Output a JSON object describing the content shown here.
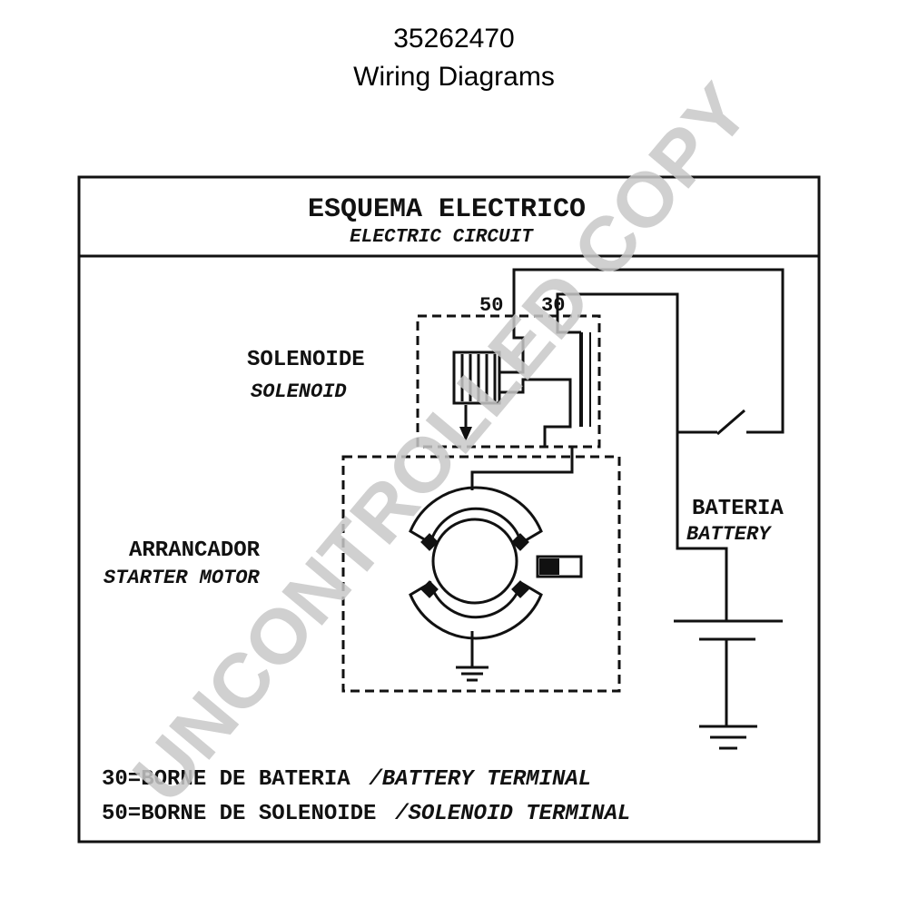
{
  "header": {
    "part_number": "35262470",
    "title": "Wiring Diagrams"
  },
  "diagram": {
    "title_es": "ESQUEMA ELECTRICO",
    "title_en": "ELECTRIC CIRCUIT",
    "terminal_50": "50",
    "terminal_30": "30",
    "solenoid_es": "SOLENOIDE",
    "solenoid_en": "SOLENOID",
    "starter_es": "ARRANCADOR",
    "starter_en": "STARTER MOTOR",
    "battery_es": "BATERIA",
    "battery_en": "BATTERY",
    "legend": [
      {
        "es": "30=BORNE DE BATERIA",
        "en": "/BATTERY TERMINAL"
      },
      {
        "es": "50=BORNE DE SOLENOIDE",
        "en": "/SOLENOID TERMINAL"
      }
    ]
  },
  "watermark": "UNCONTROLLED COPY",
  "colors": {
    "ink": "#111111",
    "watermark": "#c8c8c8"
  }
}
